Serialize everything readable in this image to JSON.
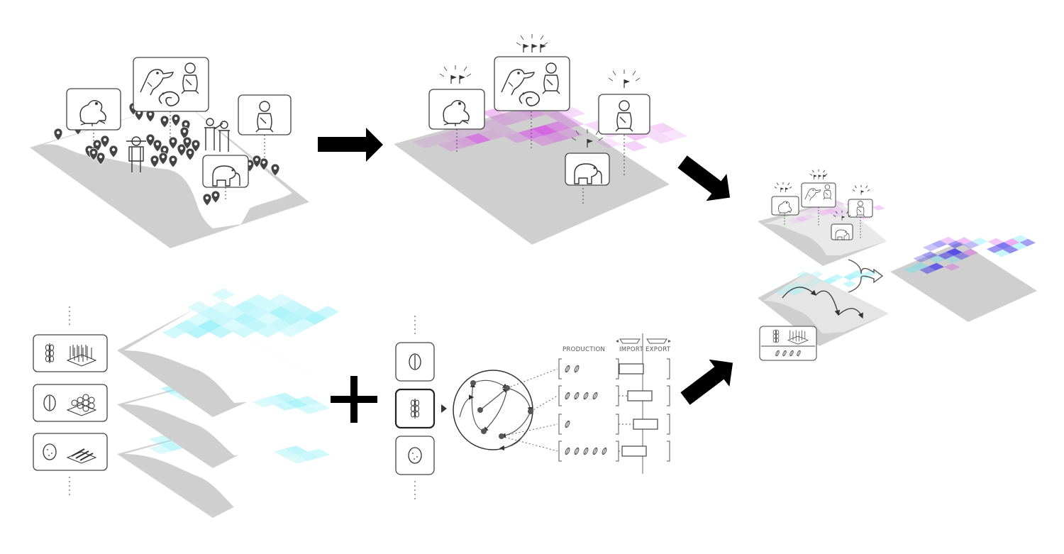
{
  "trade_panel": {
    "production_label": "PRODUCTION",
    "import_label": "IMPORT",
    "export_label": "EXPORT",
    "rows": [
      {
        "crop_count": 2,
        "trade": -0.4
      },
      {
        "crop_count": 4,
        "trade": -0.1
      },
      {
        "crop_count": 1,
        "trade": 0.1
      },
      {
        "crop_count": 5,
        "trade": -0.3
      }
    ]
  },
  "icons": {
    "species": [
      "frog-icon",
      "toucan-icon",
      "monkey-icon",
      "snake-icon",
      "elephant-icon"
    ],
    "crops": [
      "wheat-icon",
      "bean-icon",
      "potato-icon"
    ],
    "others": [
      "location-pin-icon",
      "person-icon",
      "flag-icon",
      "arrow-icon",
      "merge-arrow-icon",
      "plus-icon"
    ]
  },
  "colors": {
    "land": "#d0d0d0",
    "coast": "#ffffff",
    "biodiversity": "#d64ee6",
    "crop": "#4ce6f2",
    "combined": "#4a40e6",
    "arrow": "#000000"
  },
  "flags": {
    "frog": 2,
    "toucan_group": 3,
    "monkey": 1,
    "elephant": 1
  }
}
